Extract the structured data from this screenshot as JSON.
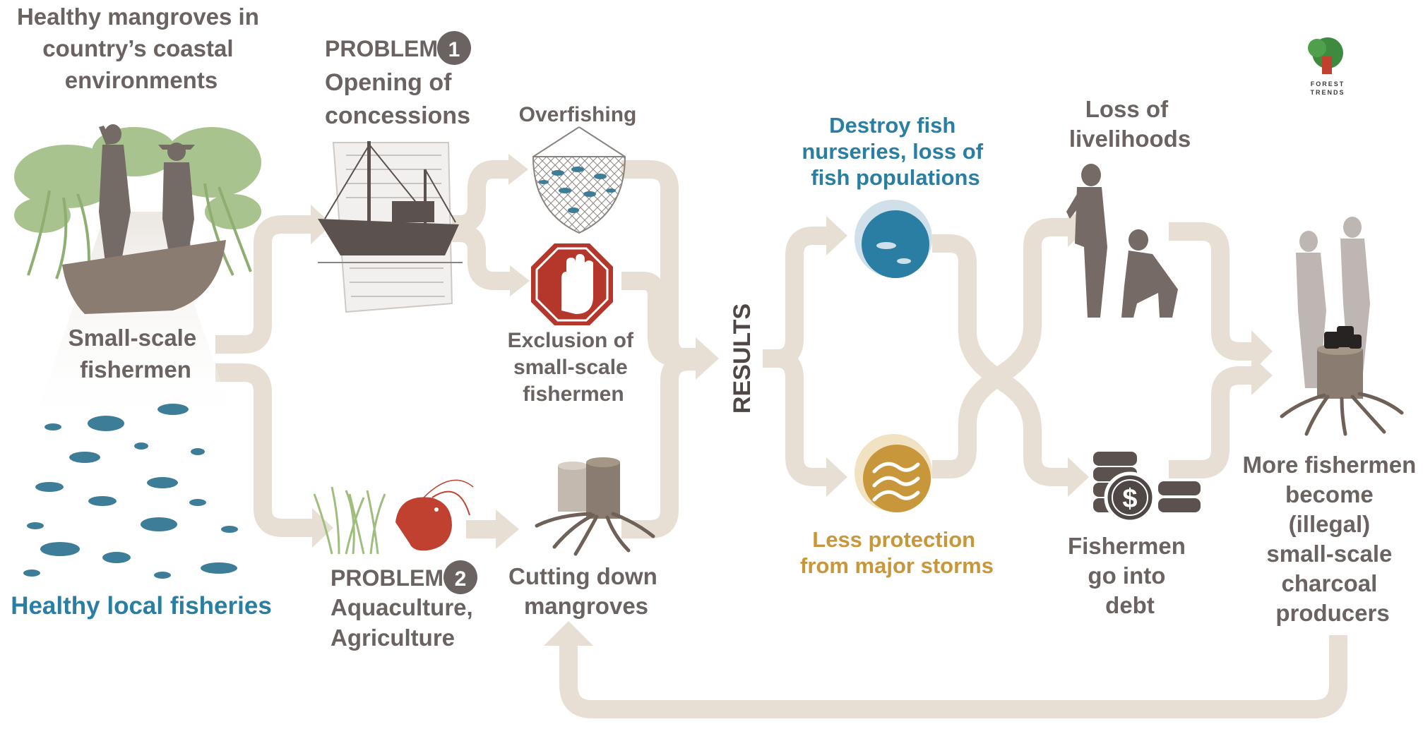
{
  "header": {
    "mangroves": [
      "Healthy mangroves in",
      "country’s coastal",
      "environments"
    ],
    "fishermen": [
      "Small-scale",
      "fishermen"
    ],
    "fisheries": "Healthy local fisheries"
  },
  "problem1": {
    "word": "PROBLEM",
    "number": "1",
    "desc": [
      "Opening of",
      "concessions"
    ]
  },
  "problem2": {
    "word": "PROBLEM",
    "number": "2",
    "desc": [
      "Aquaculture,",
      "Agriculture"
    ]
  },
  "effects": {
    "overfishing": "Overfishing",
    "exclusion": [
      "Exclusion of",
      "small-scale",
      "fishermen"
    ],
    "cutting": [
      "Cutting down",
      "mangroves"
    ]
  },
  "results_label": "RESULTS",
  "results": {
    "nurseries": [
      "Destroy fish",
      "nurseries, loss of",
      "fish populations"
    ],
    "storms": [
      "Less protection",
      "from major storms"
    ],
    "livelihoods": [
      "Loss of",
      "livelihoods"
    ],
    "debt": [
      "Fishermen",
      "go into",
      "debt"
    ],
    "charcoal": [
      "More fishermen",
      "become",
      "(illegal)",
      "small-scale",
      "charcoal",
      "producers"
    ]
  },
  "logo": {
    "line1": "FOREST",
    "line2": "TRENDS"
  },
  "currency_symbol": "$",
  "colors": {
    "arrow": "#e7dfd3",
    "gray": "#6a6361",
    "blue": "#2b7ea3",
    "gold": "#c9973b",
    "red": "#b5372c"
  }
}
